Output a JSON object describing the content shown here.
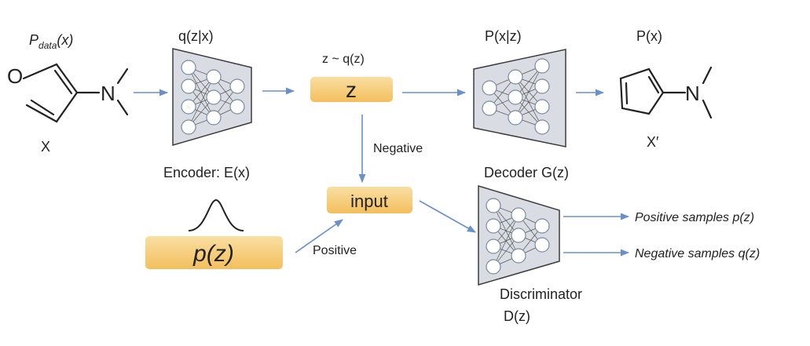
{
  "input": {
    "dist_label": "P_data(x)",
    "dist_prefix": "P",
    "dist_sub": "data",
    "dist_suffix": "(x)",
    "var_label": "X"
  },
  "encoder": {
    "top_label": "q(z|x)",
    "bottom_label": "Encoder: E(x)"
  },
  "latent": {
    "top_label": "z ~ q(z)",
    "box_label": "z",
    "negative_label": "Negative"
  },
  "decoder": {
    "top_label": "P(x|z)",
    "bottom_label": "Decoder G(z)"
  },
  "output": {
    "dist_label": "P(x)",
    "var_label": "X′"
  },
  "prior": {
    "box_label": "p(z)",
    "positive_label": "Positive"
  },
  "disc_input": {
    "box_label": "input"
  },
  "discriminator": {
    "label_line1": "Discriminator",
    "label_line2": "D(z)",
    "out_positive": "Positive samples p(z)",
    "out_negative": "Negative samples q(z)"
  },
  "molecule": {
    "oxygen": "O",
    "nitrogen": "N"
  },
  "colors": {
    "arrow": "#6a8fc9",
    "box_fill_top": "#f9dfa3",
    "box_fill_bottom": "#f3bf5c",
    "network_fill": "#d9dde3"
  }
}
